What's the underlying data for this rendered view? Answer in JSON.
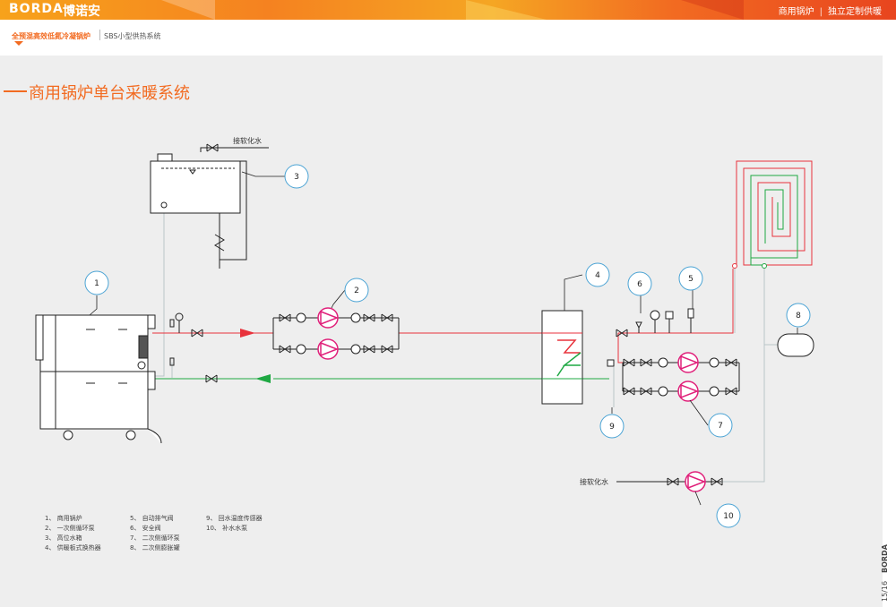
{
  "header": {
    "logo": "BORDA",
    "brand_cn": "博诺安",
    "nav": [
      "商用锅炉",
      "独立定制供暖"
    ]
  },
  "tabs": {
    "active": "全预混高效低氮冷凝锅炉",
    "inactive": "SBS小型供热系统"
  },
  "page_title": "商用锅炉单台采暖系统",
  "diagram": {
    "callouts": [
      "1",
      "2",
      "3",
      "4",
      "5",
      "6",
      "7",
      "8",
      "9",
      "10"
    ],
    "soft_water_labels": [
      "接软化水",
      "接软化水"
    ],
    "colors": {
      "supply": "#e8323c",
      "return": "#1fa843",
      "pump": "#e0207a",
      "line": "#222222",
      "neutral": "#b9c5c8"
    }
  },
  "legend": {
    "col1": [
      "1、 商用锅炉",
      "2、 一次侧循环泵",
      "3、 高位水箱",
      "4、 供暖板式换热器"
    ],
    "col2": [
      "5、 自动排气阀",
      "6、 安全阀",
      "7、 二次侧循环泵",
      "8、 二次侧膨胀罐"
    ],
    "col3": [
      "9、 回水温度传感器",
      "10、 补水水泵"
    ]
  },
  "sidebar": {
    "page": "15/16",
    "brand": "BORDA"
  }
}
